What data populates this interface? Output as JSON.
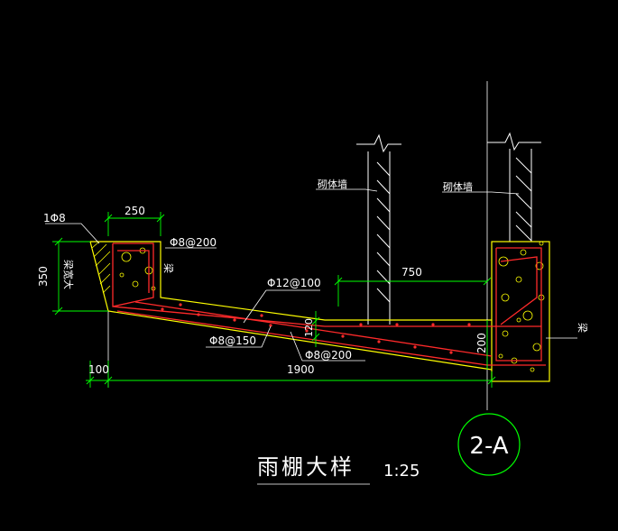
{
  "labels": {
    "top_width": "250",
    "bar_top_left": "1Φ8",
    "bar_hook": "Φ8@200",
    "beam_left": "梁宽大",
    "beam_right": "梁",
    "height_left": "350",
    "wall_left": "砌体墙",
    "wall_right": "砌体墙",
    "span_750": "750",
    "main_bar": "Φ12@100",
    "dist_bar": "Φ8@150",
    "bar_200": "Φ8@200",
    "thick_120": "120",
    "height_200": "200",
    "beam_right_end": "梁",
    "dim_100": "100",
    "dim_1900": "1900",
    "title": "雨棚大样",
    "scale": "1:25",
    "axis": "2-A"
  },
  "colors": {
    "background": "#000000",
    "dimension": "#00ff00",
    "text": "#ffffff",
    "rebar": "#ff2a2a",
    "concrete": "#ffff00",
    "wall": "#ffffff",
    "axis": "#00ff00"
  }
}
